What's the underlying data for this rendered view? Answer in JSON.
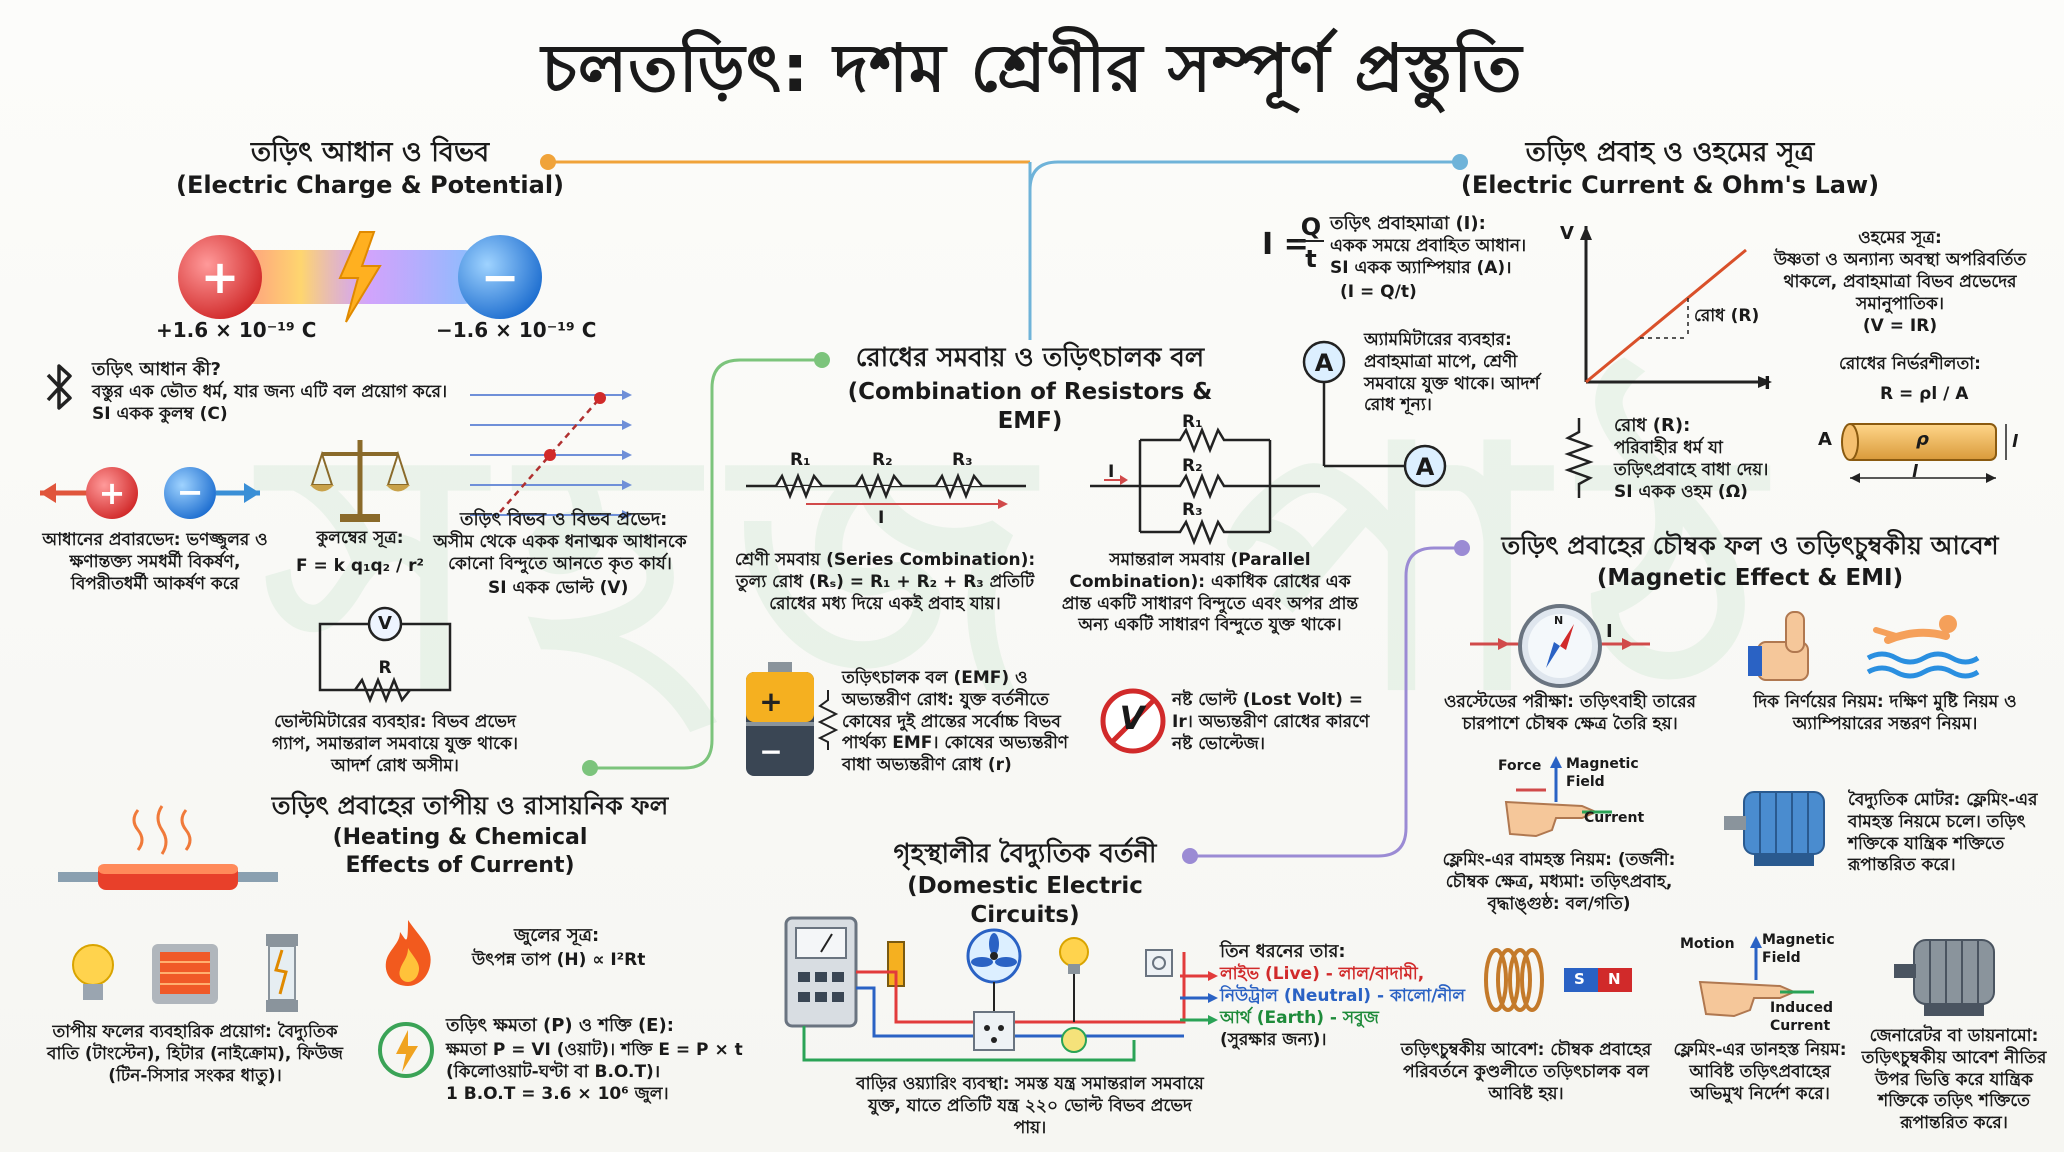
{
  "title": "চলতড়িৎ: দশম শ্রেণীর সম্পূর্ণ প্রস্তুতি",
  "watermark": "সহজ পাঠ",
  "colors": {
    "orange": "#f0a33a",
    "blue": "#6fb3d9",
    "green": "#7cc47c",
    "purple": "#9b8bd4",
    "red": "#e23b3b",
    "blueBall": "#2f8fe0"
  },
  "charge": {
    "heading": "তড়িৎ আধান ও বিভব",
    "heading_en": "(Electric Charge & Potential)",
    "plus_value": "+1.6 × 10⁻¹⁹ C",
    "minus_value": "−1.6 × 10⁻¹⁹ C",
    "plus_sign": "+",
    "minus_sign": "−",
    "what_title": "তড়িৎ আধান কী?",
    "what_body": "বস্তুর এক ভৌত ধর্ম, যার জন্য এটি বল প্রয়োগ করে।",
    "what_unit": "SI একক কুলম্ব (C)",
    "interaction": "আধানের প্রবারভেদ: ভণজ্জুলর ও ক্ষণান্তক্ত্য সমধর্মী বিকর্ষণ, বিপরীতধর্মী আকর্ষণ করে",
    "coulomb_title": "কুলম্বের সূত্র:",
    "coulomb_formula": "F = k q₁q₂ / r²",
    "potential_title": "তড়িৎ বিভব ও বিভব প্রভেদ:",
    "potential_body": "অসীম থেকে একক ধনাত্মক আধানকে কোনো বিন্দুতে আনতে কৃত কার্য।",
    "potential_unit": "SI একক ভোল্ট (V)",
    "voltmeter_symbol": "V",
    "resistor_label": "R",
    "voltmeter_use": "ভোল্টমিটারের ব্যবহার: বিভব প্রভেদ গ্যাপ, সমান্তরাল সমবায়ে যুক্ত থাকে। আদর্শ রোধ অসীম।"
  },
  "current": {
    "heading": "তড়িৎ প্রবাহ ও ওহমের সূত্র",
    "heading_en": "(Electric Current & Ohm's Law)",
    "formula_lhs": "I =",
    "formula_num": "Q",
    "formula_den": "t",
    "def_title": "তড়িৎ প্রবাহমাত্রা (I):",
    "def_body": "একক সময়ে প্রবাহিত আধান। SI একক অ্যাম্পিয়ার (A)।",
    "def_eq": "(I = Q/t)",
    "ammeter_symbol": "A",
    "ammeter_use": "অ্যামমিটারের ব্যবহার: প্রবাহমাত্রা মাপে, শ্রেণী সমবায়ে যুক্ত থাকে। আদর্শ রোধ শূন্য।",
    "axis_v": "V",
    "axis_i": "I",
    "slope_label": "রোধ (R)",
    "ohm_title": "ওহমের সূত্র:",
    "ohm_body": "উষ্ণতা ও অন্যান্য অবস্থা অপরিবর্তিত থাকলে, প্রবাহমাত্রা বিভব প্রভেদের সমানুপাতিক।",
    "ohm_eq": "(V = IR)",
    "resistance_title": "রোধ (R):",
    "resistance_body": "পরিবাহীর ধর্ম যা তড়িৎপ্রবাহে বাধা দেয়।",
    "resistance_unit": "SI একক ওহম (Ω)",
    "dependence_title": "রোধের নির্ভরশীলতা:",
    "dependence_formula": "R = ρl / A",
    "rod_a": "A",
    "rod_rho": "ρ",
    "rod_l": "l"
  },
  "resistors": {
    "heading": "রোধের সমবায় ও তড়িৎচালক বল",
    "heading_en": "(Combination of Resistors & EMF)",
    "r1": "R₁",
    "r2": "R₂",
    "r3": "R₃",
    "i_label": "I",
    "series_text": "শ্রেণী সমবায় (Series Combination): তুল্য রোধ (Rₛ) = R₁ + R₂ + R₃ প্রতিটি রোধের মধ্য দিয়ে একই প্রবাহ যায়।",
    "parallel_text": "সমান্তরাল সমবায় (Parallel Combination): একাধিক রোধের এক প্রান্ত একটি সাধারণ বিন্দুতে এবং অপর প্রান্ত অন্য একটি সাধারণ বিন্দুতে যুক্ত থাকে।",
    "battery_plus": "+",
    "battery_minus": "−",
    "emf_text": "তড়িৎচালক বল (EMF) ও অভ্যন্তরীণ রোধ: যুক্ত বর্তনীতে কোষের দুই প্রান্তের সর্বোচ্চ বিভব পার্থক্য EMF। কোষের অভ্যন্তরীণ বাধা অভ্যন্তরীণ রোধ (r)",
    "lost_volt_text": "নষ্ট ভোল্ট (Lost Volt) = Ir। অভ্যন্তরীণ রোধের কারণে নষ্ট ভোল্টেজ।",
    "lost_volt_symbol": "V"
  },
  "heating": {
    "heading": "তড়িৎ প্রবাহের তাপীয় ও রাসায়নিক ফল",
    "heading_en": "(Heating & Chemical Effects of Current)",
    "joule_title": "জুলের সূত্র:",
    "joule_body": "উৎপন্ন তাপ (H) ∝ I²Rt",
    "uses": "তাপীয় ফলের ব্যবহারিক প্রয়োগ: বৈদ্যুতিক বাতি (টাংস্টেন), হিটার (নাইক্রোম), ফিউজ (টিন-সিসার সংকর ধাতু)।",
    "power_title": "তড়িৎ ক্ষমতা (P) ও শক্তি (E):",
    "power_body": "ক্ষমতা P = VI (ওয়াট)। শক্তি E = P × t (কিলোওয়াট-ঘণ্টা বা B.O.T)।",
    "bot": "1 B.O.T = 3.6 × 10⁶ জুল।"
  },
  "domestic": {
    "heading": "গৃহস্থালীর বৈদ্যুতিক বর্তনী",
    "heading_en": "(Domestic Electric Circuits)",
    "wires_title": "তিন ধরনের তার:",
    "live": "লাইভ (Live) - লাল/বাদামী,",
    "neutral": "নিউট্রাল (Neutral) - কালো/নীল",
    "earth": "আর্থ (Earth) - সবুজ",
    "earth_note": "(সুরক্ষার জন্য)।",
    "wiring": "বাড়ির ওয়্যারিং ব্যবস্থা: সমস্ত যন্ত্র সমান্তরাল সমবায়ে যুক্ত, যাতে প্রতিটি যন্ত্র ২২০ ভোল্ট বিভব প্রভেদ পায়।"
  },
  "magnetic": {
    "heading": "তড়িৎ প্রবাহের চৌম্বক ফল ও তড়িৎচুম্বকীয় আবেশ",
    "heading_en": "(Magnetic Effect & EMI)",
    "compass_i": "I",
    "compass_n": "N",
    "oersted": "ওরস্টেডের পরীক্ষা: তড়িৎবাহী তারের চারপাশে চৌম্বক ক্ষেত্র তৈরি হয়।",
    "direction": "দিক নির্ণয়ের নিয়ম: দক্ষিণ মুষ্টি নিয়ম ও অ্যাম্পিয়ারের সন্তরণ নিয়ম।",
    "left_force": "Force",
    "left_field": "Magnetic Field",
    "left_current": "Current",
    "left_rule": "ফ্লেমিং-এর বামহস্ত নিয়ম: (তর্জনী: চৌম্বক ক্ষেত্র, মধ্যমা: তড়িৎপ্রবাহ, বৃদ্ধাঙ্গুষ্ঠ: বল/গতি)",
    "motor": "বৈদ্যুতিক মোটর: ফ্লেমিং-এর বামহস্ত নিয়মে চলে। তড়িৎ শক্তিকে যান্ত্রিক শক্তিতে রূপান্তরিত করে।",
    "magnet_s": "S",
    "magnet_n": "N",
    "emi": "তড়িৎচুম্বকীয় আবেশ: চৌম্বক প্রবাহের পরিবর্তনে কুণ্ডলীতে তড়িৎচালক বল আবিষ্ট হয়।",
    "right_motion": "Motion",
    "right_field": "Magnetic Field",
    "right_induced": "Induced Current",
    "right_rule": "ফ্লেমিং-এর ডানহস্ত নিয়ম: আবিষ্ট তড়িৎপ্রবাহের অভিমুখ নির্দেশ করে।",
    "generator": "জেনারেটর বা ডায়নামো: তড়িৎচুম্বকীয় আবেশ নীতির উপর ভিত্তি করে যান্ত্রিক শক্তিকে তড়িৎ শক্তিতে রূপান্তরিত করে।"
  }
}
